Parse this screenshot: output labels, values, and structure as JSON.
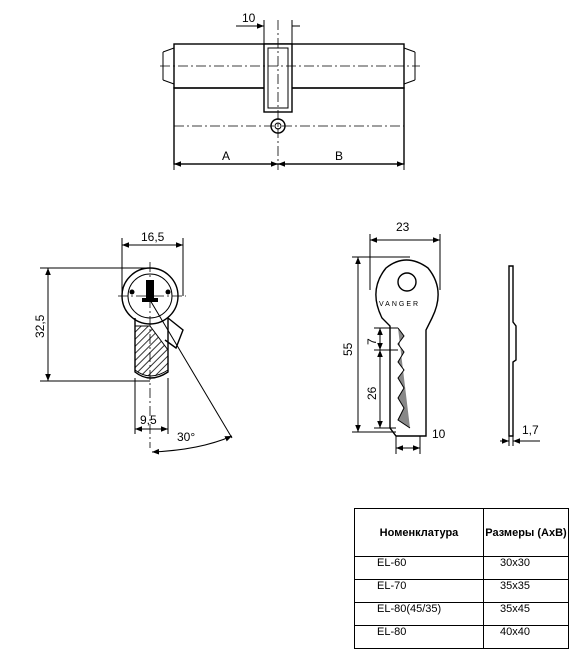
{
  "cylinder_view": {
    "dim_top": "10",
    "dim_a": "A",
    "dim_b": "B"
  },
  "cam_view": {
    "dim_width": "16,5",
    "dim_height": "32,5",
    "dim_bottom": "9,5",
    "angle": "30°"
  },
  "key_view": {
    "dim_width": "23",
    "dim_height": "55",
    "dim_7": "7",
    "dim_26": "26",
    "dim_10": "10",
    "brand": "VANGER",
    "dim_thickness": "1,7"
  },
  "table": {
    "headers": [
      "Номенклатура",
      "Размеры (AxB)"
    ],
    "rows": [
      [
        "EL-60",
        "30x30"
      ],
      [
        "EL-70",
        "35x35"
      ],
      [
        "EL-80(45/35)",
        "35x45"
      ],
      [
        "EL-80",
        "40x40"
      ]
    ]
  }
}
